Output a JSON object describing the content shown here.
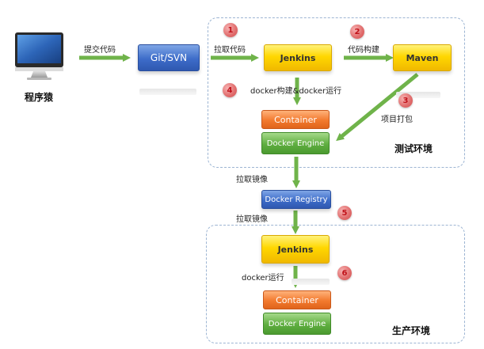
{
  "developer": {
    "label": "程序猿"
  },
  "nodes": {
    "git_svn": "Git/SVN",
    "jenkins_test": "Jenkins",
    "maven": "Maven",
    "container_test": "Container",
    "docker_engine_test": "Docker Engine",
    "docker_registry": "Docker Registry",
    "jenkins_prod": "Jenkins",
    "container_prod": "Container",
    "docker_engine_prod": "Docker Engine"
  },
  "edges": {
    "commit_code": "提交代码",
    "pull_code": "拉取代码",
    "code_build": "代码构建",
    "docker_build_run": "docker构建&docker运行",
    "project_package": "项目打包",
    "pull_image_1": "拉取镜像",
    "pull_image_2": "拉取镜像",
    "docker_run": "docker运行"
  },
  "zones": {
    "test_env": "测试环境",
    "prod_env": "生产环境"
  },
  "steps": [
    "1",
    "2",
    "3",
    "4",
    "5",
    "6"
  ],
  "colors": {
    "arrow": "#6fb34a",
    "zone_border": "#9db5d3",
    "step_badge": "#e06b6b",
    "jenkins": "#ffd700",
    "maven": "#ffd700",
    "git": "#3d6cc9",
    "container": "#f27a2e",
    "docker_engine": "#5fae40"
  }
}
